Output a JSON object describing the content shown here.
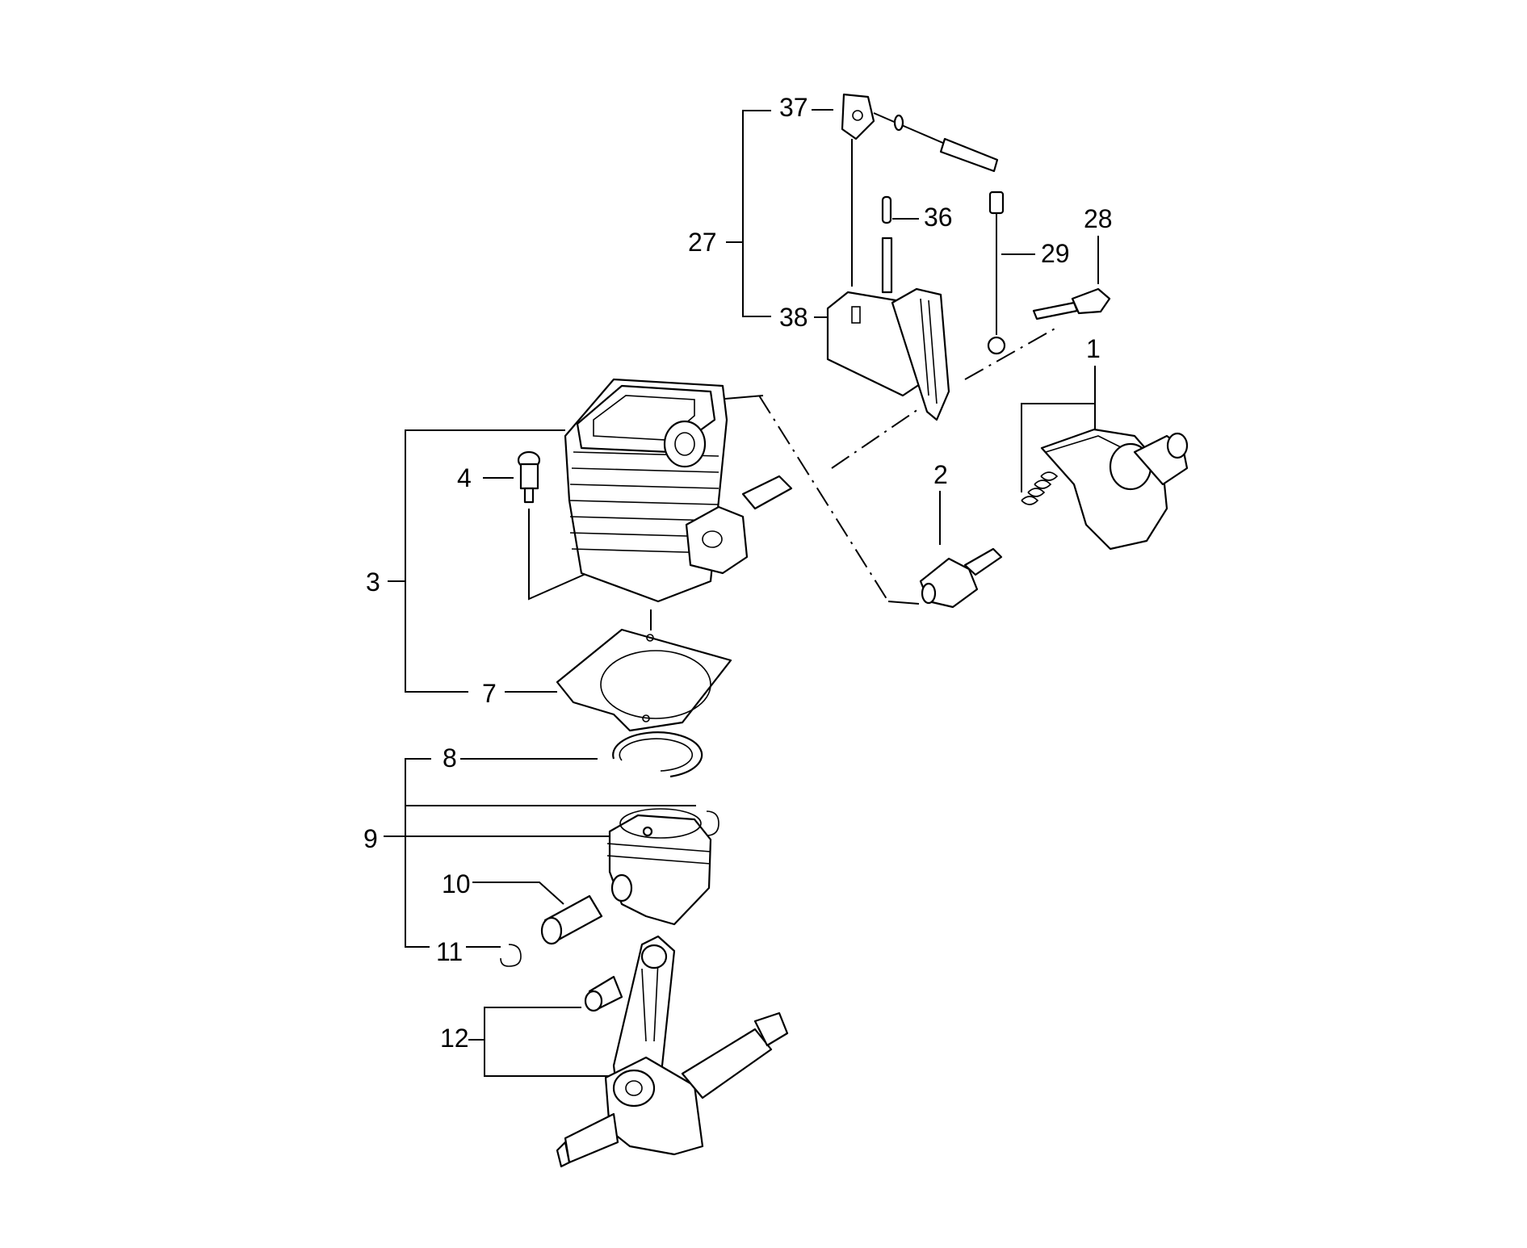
{
  "labels": {
    "p1": "1",
    "p2": "2",
    "p3": "3",
    "p4": "4",
    "p7": "7",
    "p8": "8",
    "p9": "9",
    "p10": "10",
    "p11": "11",
    "p12": "12",
    "p27": "27",
    "p28": "28",
    "p29": "29",
    "p36": "36",
    "p37": "37",
    "p38": "38"
  }
}
